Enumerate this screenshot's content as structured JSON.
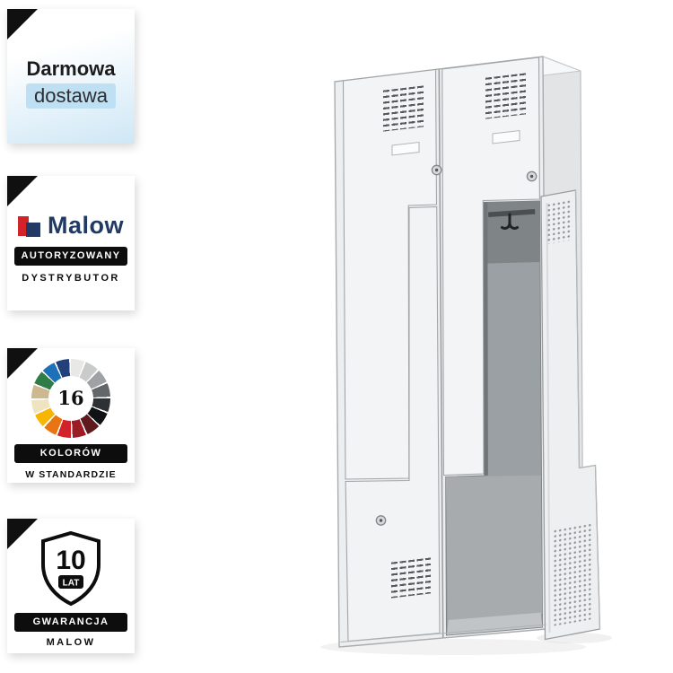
{
  "colors": {
    "badge_highlight_blue": "#bfe0f2",
    "badge_gradient_blue": "#cfe7f5",
    "brand_red": "#d2232a",
    "brand_navy": "#203a64",
    "bar_black": "#0d0d0d",
    "locker_body_gray": "#eceeef",
    "locker_cavity_gray": "#9aa0a3"
  },
  "icons": {
    "corner_fold": "black triangle fold (css border triangle)",
    "malow_logo": "red and navy overlapping squares",
    "color_wheel": "16-segment conic color ring",
    "warranty_shield": "svg shield outline",
    "coat_hook": "svg double coat hook",
    "lock": "svg circular cylinder lock"
  },
  "badges": {
    "free_delivery": {
      "line1": "Darmowa",
      "line2": "dostawa"
    },
    "distributor": {
      "brand": "Malow",
      "bar": "AUTORYZOWANY",
      "sub": "DYSTRYBUTOR"
    },
    "colors16": {
      "count": "16",
      "bar": "KOLORÓW",
      "sub": "W STANDARDZIE",
      "palette": [
        "#e8e8e6",
        "#c9cbcb",
        "#9ea2a4",
        "#63676a",
        "#2e3133",
        "#111214",
        "#5f1a1e",
        "#9b1c23",
        "#d2232a",
        "#e87511",
        "#f6b601",
        "#efe3c0",
        "#cdb88f",
        "#2e7d46",
        "#1d71b8",
        "#24407c"
      ]
    },
    "warranty": {
      "years": "10",
      "unit": "LAT",
      "bar": "GWARANCJA",
      "sub": "MALOW"
    }
  }
}
